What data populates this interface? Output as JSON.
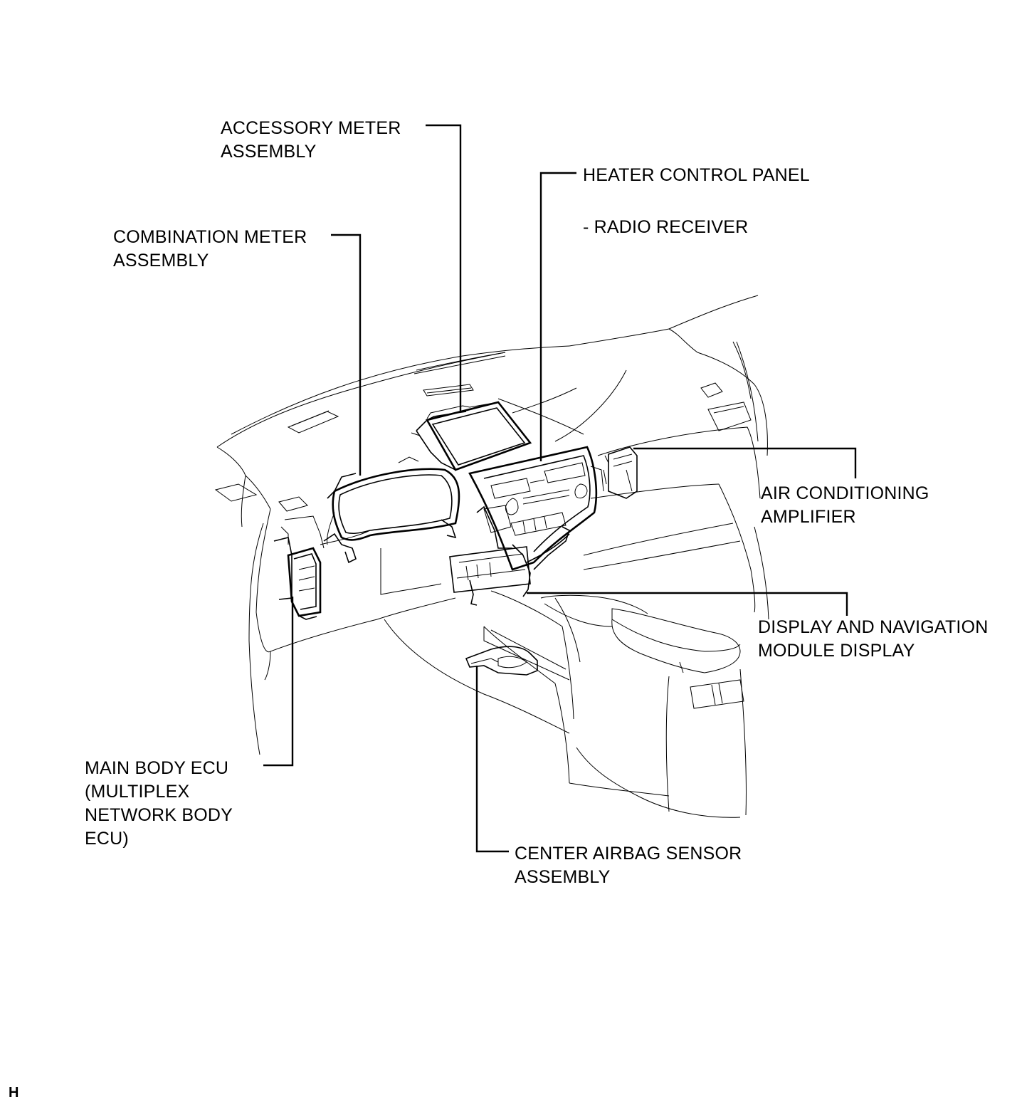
{
  "labels": {
    "accessory_meter": "ACCESSORY METER\nASSEMBLY",
    "heater_control": "HEATER CONTROL PANEL",
    "radio_receiver": "- RADIO RECEIVER",
    "combination_meter": "COMBINATION METER\nASSEMBLY",
    "air_conditioning": "AIR CONDITIONING\nAMPLIFIER",
    "display_navigation": "DISPLAY AND NAVIGATION\nMODULE DISPLAY",
    "main_body_ecu": "MAIN BODY ECU\n(MULTIPLEX\nNETWORK BODY\nECU)",
    "center_airbag": "CENTER AIRBAG SENSOR\nASSEMBLY"
  },
  "footer_code": "H"
}
